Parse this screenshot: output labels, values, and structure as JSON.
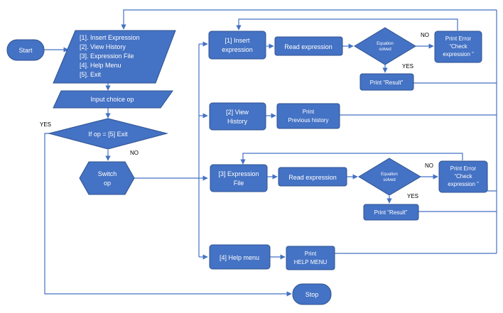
{
  "diagram": {
    "start": "Start",
    "menu": [
      "[1]. Insert Expression",
      "[2]. View History",
      "[3]. Expression File",
      "[4]. Help Menu",
      "[5]. Exit"
    ],
    "input_choice": "Input choice op",
    "exit_decision": "If op = [5] Exit",
    "yes": "YES",
    "no": "NO",
    "switch": [
      "Switch",
      "op"
    ],
    "branch1": {
      "title": [
        "[1] Insert",
        "expression"
      ],
      "read": "Read expression",
      "decision": [
        "Equation",
        "solved"
      ],
      "error": [
        "Print Error",
        "“Check",
        "expression ”"
      ],
      "result": "Print “Result”"
    },
    "branch2": {
      "title": [
        "[2] View",
        "History"
      ],
      "print": [
        "Print",
        "Previous history"
      ]
    },
    "branch3": {
      "title": [
        "[3] Expression",
        "File"
      ],
      "read": "Read expression",
      "decision": [
        "Equation",
        "solved"
      ],
      "error": [
        "Print Error",
        "“Check",
        "expression ”"
      ],
      "result": "Print “Result”"
    },
    "branch4": {
      "title": "[4] Help menu",
      "print": [
        "Print",
        "HELP MENU"
      ]
    },
    "stop": "Stop"
  },
  "colors": {
    "fill": "#4472C4",
    "stroke": "#2F528F",
    "text": "#FFFFFF",
    "line": "#4472C4"
  }
}
